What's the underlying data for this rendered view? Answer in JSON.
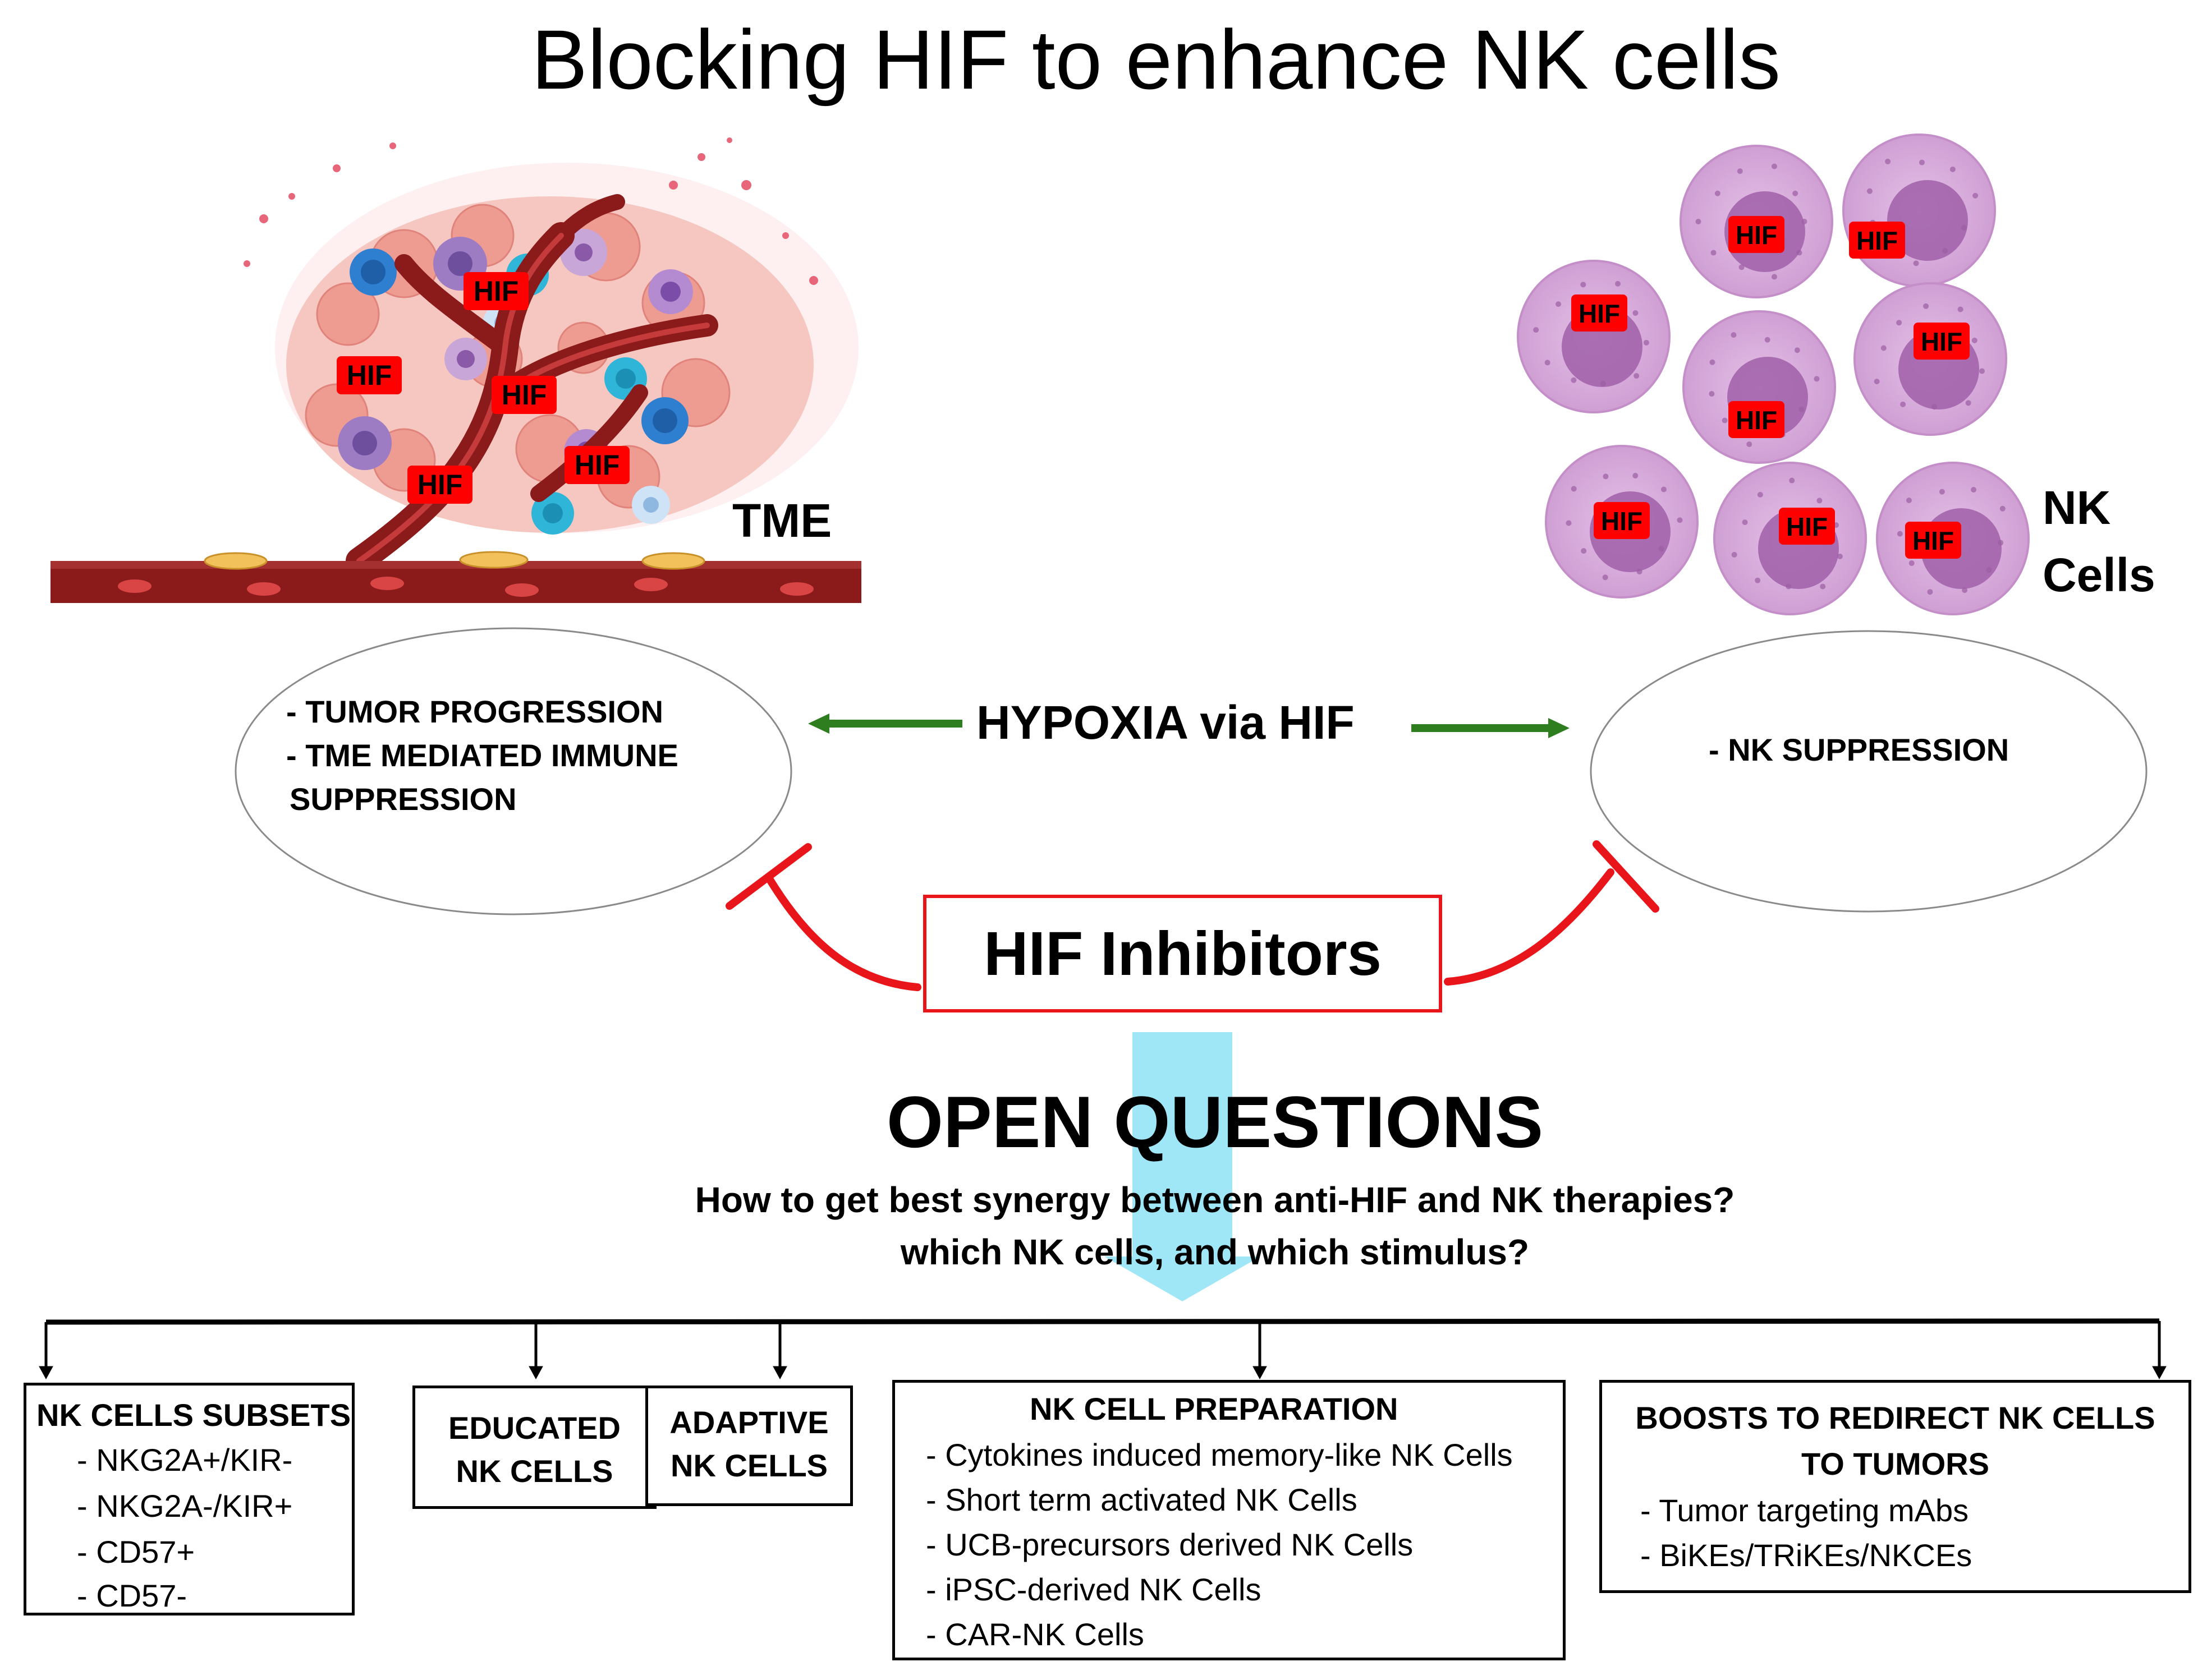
{
  "title": "Blocking HIF to enhance NK cells",
  "tme_label": "TME",
  "nk_label": [
    "NK",
    "Cells"
  ],
  "hif_tag": "HIF",
  "left_effects": [
    "- TUMOR PROGRESSION",
    "- TME MEDIATED IMMUNE",
    "SUPPRESSION"
  ],
  "right_effects": [
    "- NK SUPPRESSION"
  ],
  "hypoxia": "HYPOXIA via HIF",
  "inhibitors": "HIF Inhibitors",
  "open_questions": {
    "title": "OPEN QUESTIONS",
    "lines": [
      "How to get best synergy between anti-HIF and NK therapies?",
      "which NK cells, and which stimulus?"
    ]
  },
  "boxes": {
    "subsets": {
      "title": "NK CELLS SUBSETS",
      "items": [
        "- NKG2A+/KIR-",
        "- NKG2A-/KIR+",
        "- CD57+",
        "- CD57-"
      ]
    },
    "educated": {
      "title": [
        "EDUCATED",
        "NK CELLS"
      ]
    },
    "adaptive": {
      "title": [
        "ADAPTIVE",
        "NK CELLS"
      ]
    },
    "preparation": {
      "title": "NK CELL PREPARATION",
      "items": [
        "- Cytokines induced memory-like  NK Cells",
        "- Short term activated NK Cells",
        "- UCB-precursors derived NK Cells",
        "- iPSC-derived NK Cells",
        "- CAR-NK Cells"
      ]
    },
    "boosts": {
      "title": [
        "BOOSTS TO REDIRECT NK CELLS",
        "TO TUMORS"
      ],
      "items": [
        "- Tumor  targeting mAbs",
        "- BiKEs/TRiKEs/NKCEs"
      ]
    }
  },
  "colors": {
    "hif_tag": "#ff0000",
    "inhibitor_red": "#e8161b",
    "arrow_green": "#2e7d1f",
    "down_arrow": "#9fe6f7",
    "nk_cell": "#d8a8dc",
    "nk_nucleus": "#a05fa8",
    "vessel": "#8b1a1a"
  }
}
